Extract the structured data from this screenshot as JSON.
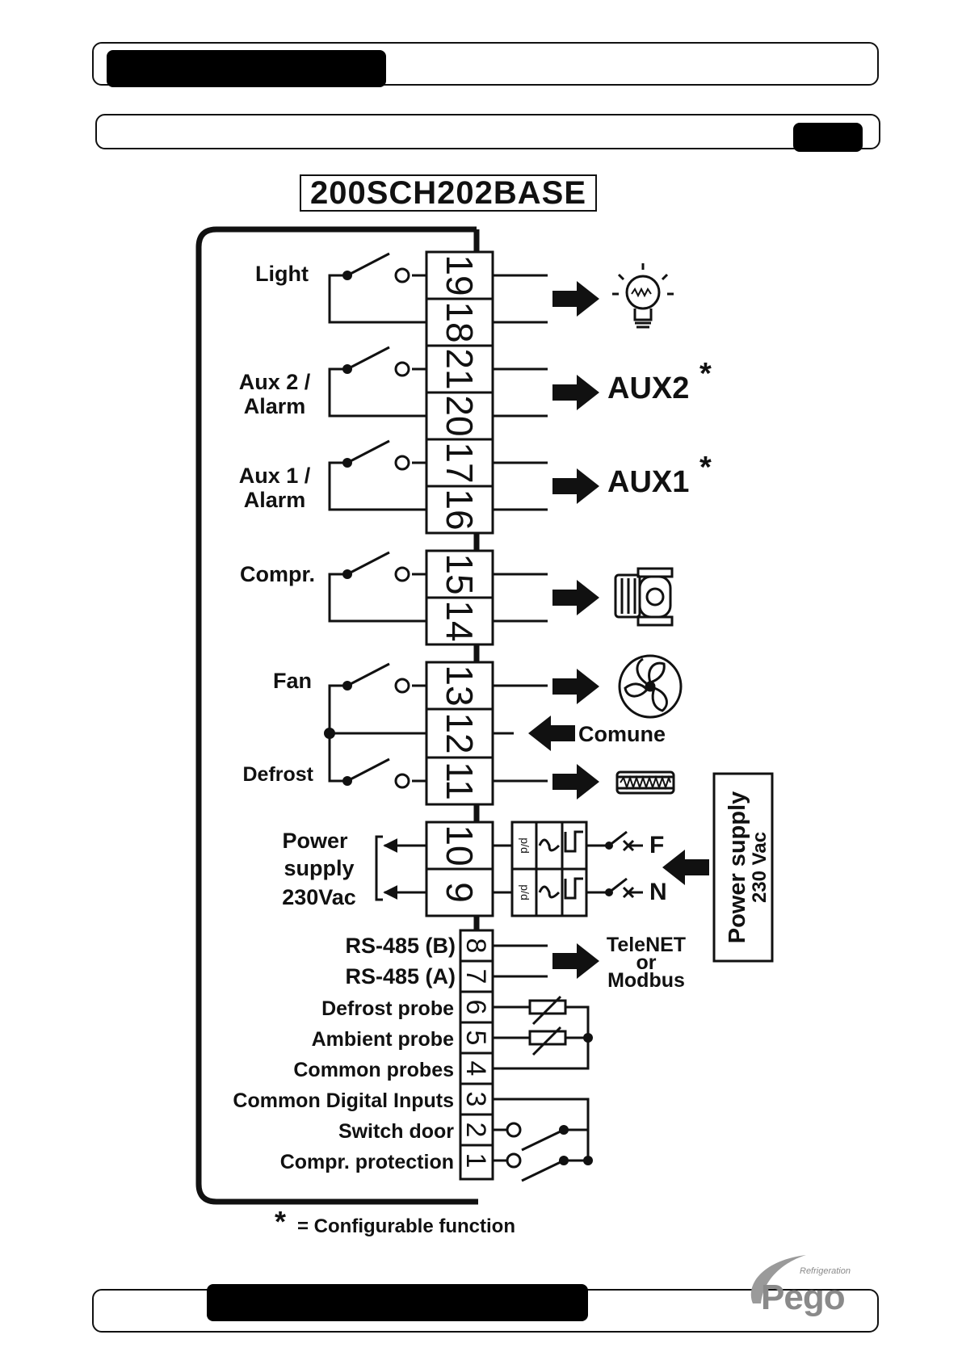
{
  "model": "200SCH202BASE",
  "relays": {
    "light": "Light",
    "aux2_line1": "Aux 2 /",
    "aux2_line2": "Alarm",
    "aux1_line1": "Aux 1 /",
    "aux1_line2": "Alarm",
    "compr": "Compr.",
    "fan": "Fan",
    "defrost": "Defrost"
  },
  "outputs": {
    "aux2": "AUX2",
    "aux1": "AUX1",
    "asterisk": "*",
    "comune": "Comune",
    "fuse_mark": "p/d"
  },
  "power": {
    "line1": "Power",
    "line2": "supply",
    "line3": "230Vac",
    "phase": "F",
    "neutral": "N",
    "external_line1": "Power supply",
    "external_line2": "230 Vac"
  },
  "comm": {
    "b": "RS-485 (B)",
    "a": "RS-485 (A)",
    "proto_line1": "TeleNET",
    "proto_line2": "or",
    "proto_line3": "Modbus"
  },
  "inputs": {
    "defrost_probe": "Defrost probe",
    "ambient_probe": "Ambient probe",
    "common_probes": "Common probes",
    "common_digital": "Common Digital Inputs",
    "switch_door": "Switch door",
    "compr_protection": "Compr. protection"
  },
  "terminals": {
    "t19": "19",
    "t18": "18",
    "t21": "21",
    "t20": "20",
    "t17": "17",
    "t16": "16",
    "t15": "15",
    "t14": "14",
    "t13": "13",
    "t12": "12",
    "t11": "11",
    "t10": "10",
    "t9": "9",
    "t8": "8",
    "t7": "7",
    "t6": "6",
    "t5": "5",
    "t4": "4",
    "t3": "3",
    "t2": "2",
    "t1": "1"
  },
  "footnote": "= Configurable function",
  "logo": {
    "name": "Pego",
    "tagline": "Refrigeration"
  }
}
